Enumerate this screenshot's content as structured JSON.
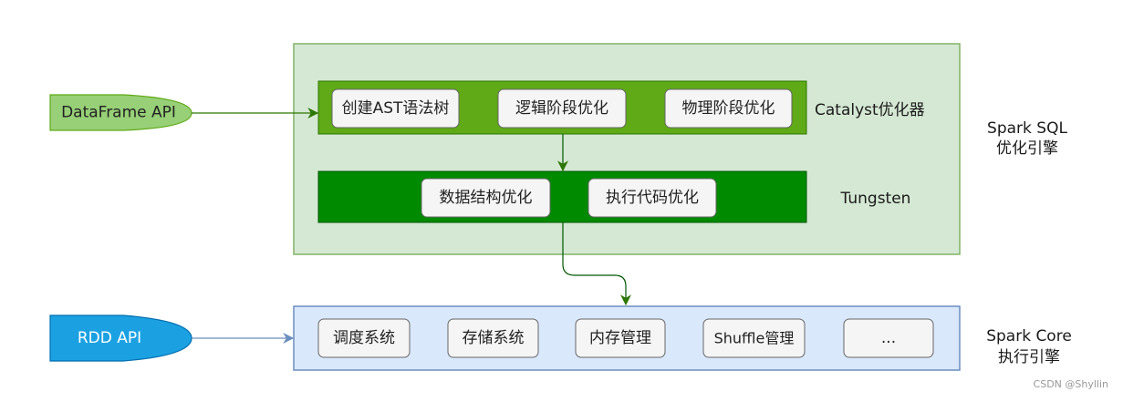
{
  "inputs": {
    "dataframe_api": "DataFrame API",
    "rdd_api": "RDD API"
  },
  "spark_sql": {
    "label_line1": "Spark SQL",
    "label_line2": "优化引擎",
    "catalyst": {
      "label": "Catalyst优化器",
      "steps": [
        "创建AST语法树",
        "逻辑阶段优化",
        "物理阶段优化"
      ]
    },
    "tungsten": {
      "label": "Tungsten",
      "steps": [
        "数据结构优化",
        "执行代码优化"
      ]
    }
  },
  "spark_core": {
    "label_line1": "Spark Core",
    "label_line2": "执行引擎",
    "modules": [
      "调度系统",
      "存储系统",
      "内存管理",
      "Shuffle管理",
      "..."
    ]
  },
  "watermark": "CSDN @Shyllin",
  "colors": {
    "sql_bg": "#d5e8d4",
    "sql_border": "#82b366",
    "catalyst": "#60a917",
    "tungsten": "#008a00",
    "core_bg": "#dae8fc",
    "core_border": "#6c8ebf",
    "dataframe": "#97d077",
    "rdd": "#1ba1e2"
  }
}
